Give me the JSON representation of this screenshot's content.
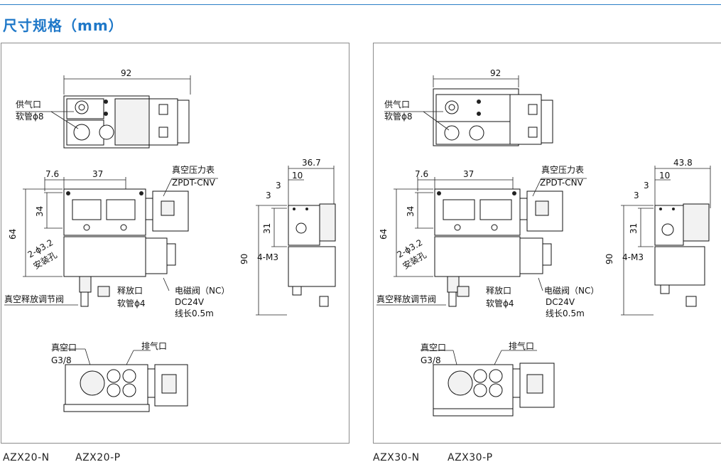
{
  "page": {
    "title": "尺寸规格（mm）"
  },
  "panels": [
    {
      "model_n": "AZX20-N",
      "model_p": "AZX20-P",
      "dims": {
        "overall_width": "92",
        "offset_left": "7.6",
        "hole_spacing": "37",
        "height_64": "64",
        "height_34": "34",
        "side_width": "36.7",
        "side_10": "10",
        "side_3a": "3",
        "side_3b": "3",
        "side_31": "31",
        "side_90": "90"
      },
      "labels": {
        "supply_port": "供气口",
        "supply_tube": "软管ϕ8",
        "vacuum_gauge": "真空压力表",
        "gauge_model": "ZPDT-CNV",
        "mount_holes": "2-ϕ3.2",
        "mount_holes_label": "安装孔",
        "m3": "4-M3",
        "release_valve": "真空释放调节阀",
        "release_port": "释放口",
        "release_tube": "软管ϕ4",
        "solenoid": "电磁阀（NC）",
        "voltage": "DC24V",
        "wire": "线长0.5m",
        "vacuum_port": "真空口",
        "vacuum_thread": "G3/8",
        "exhaust_port": "排气口"
      }
    },
    {
      "model_n": "AZX30-N",
      "model_p": "AZX30-P",
      "dims": {
        "overall_width": "92",
        "offset_left": "7.6",
        "hole_spacing": "37",
        "height_64": "64",
        "height_34": "34",
        "side_width": "43.8",
        "side_10": "10",
        "side_3a": "3",
        "side_3b": "3",
        "side_31": "31",
        "side_90": "90"
      },
      "labels": {
        "supply_port": "供气口",
        "supply_tube": "软管ϕ8",
        "vacuum_gauge": "真空压力表",
        "gauge_model": "ZPDT-CNV",
        "mount_holes": "2-ϕ3.2",
        "mount_holes_label": "安装孔",
        "m3": "4-M3",
        "release_valve": "真空释放调节阀",
        "release_port": "释放口",
        "release_tube": "软管ϕ4",
        "solenoid": "电磁阀（NC）",
        "voltage": "DC24V",
        "wire": "线长0.5m",
        "vacuum_port": "真空口",
        "vacuum_thread": "G3/8",
        "exhaust_port": "排气口"
      }
    }
  ],
  "colors": {
    "title": "#1f78c8",
    "rule": "#2a7fc6",
    "frame": "#8c8c8c"
  }
}
